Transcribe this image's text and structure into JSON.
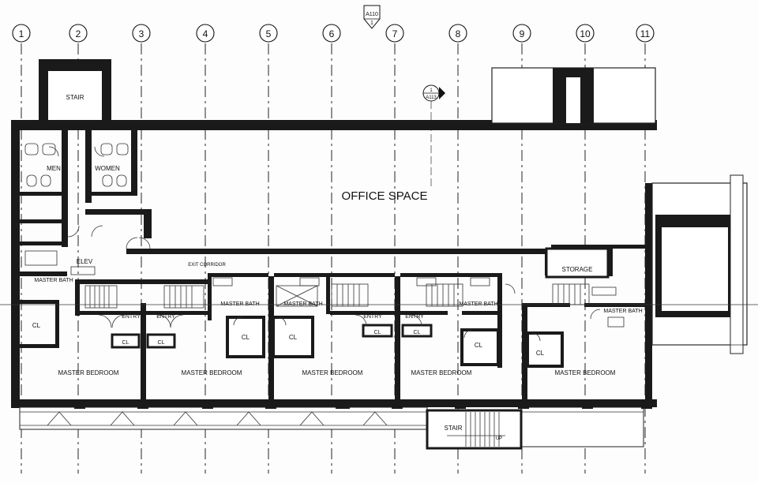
{
  "grid_labels": [
    "1",
    "2",
    "3",
    "4",
    "5",
    "6",
    "7",
    "8",
    "9",
    "10",
    "11"
  ],
  "section_mark": {
    "sheet": "A110",
    "number": "1"
  },
  "elevation_mark": {
    "number": "1",
    "sheet": "A113"
  },
  "rooms": {
    "office_space": "OFFICE SPACE",
    "stair_top": "STAIR",
    "stair_bottom": "STAIR",
    "stair_up": "UP",
    "men": "MEN",
    "women": "WOMEN",
    "elev": "ELEV",
    "exit_corridor": "EXIT CORRIDOR",
    "storage": "STORAGE"
  },
  "unit_labels": {
    "master_bath": "MASTER BATH",
    "closet": "CL",
    "entry": "ENTRY",
    "master_bedroom": "MASTER BEDROOM"
  }
}
